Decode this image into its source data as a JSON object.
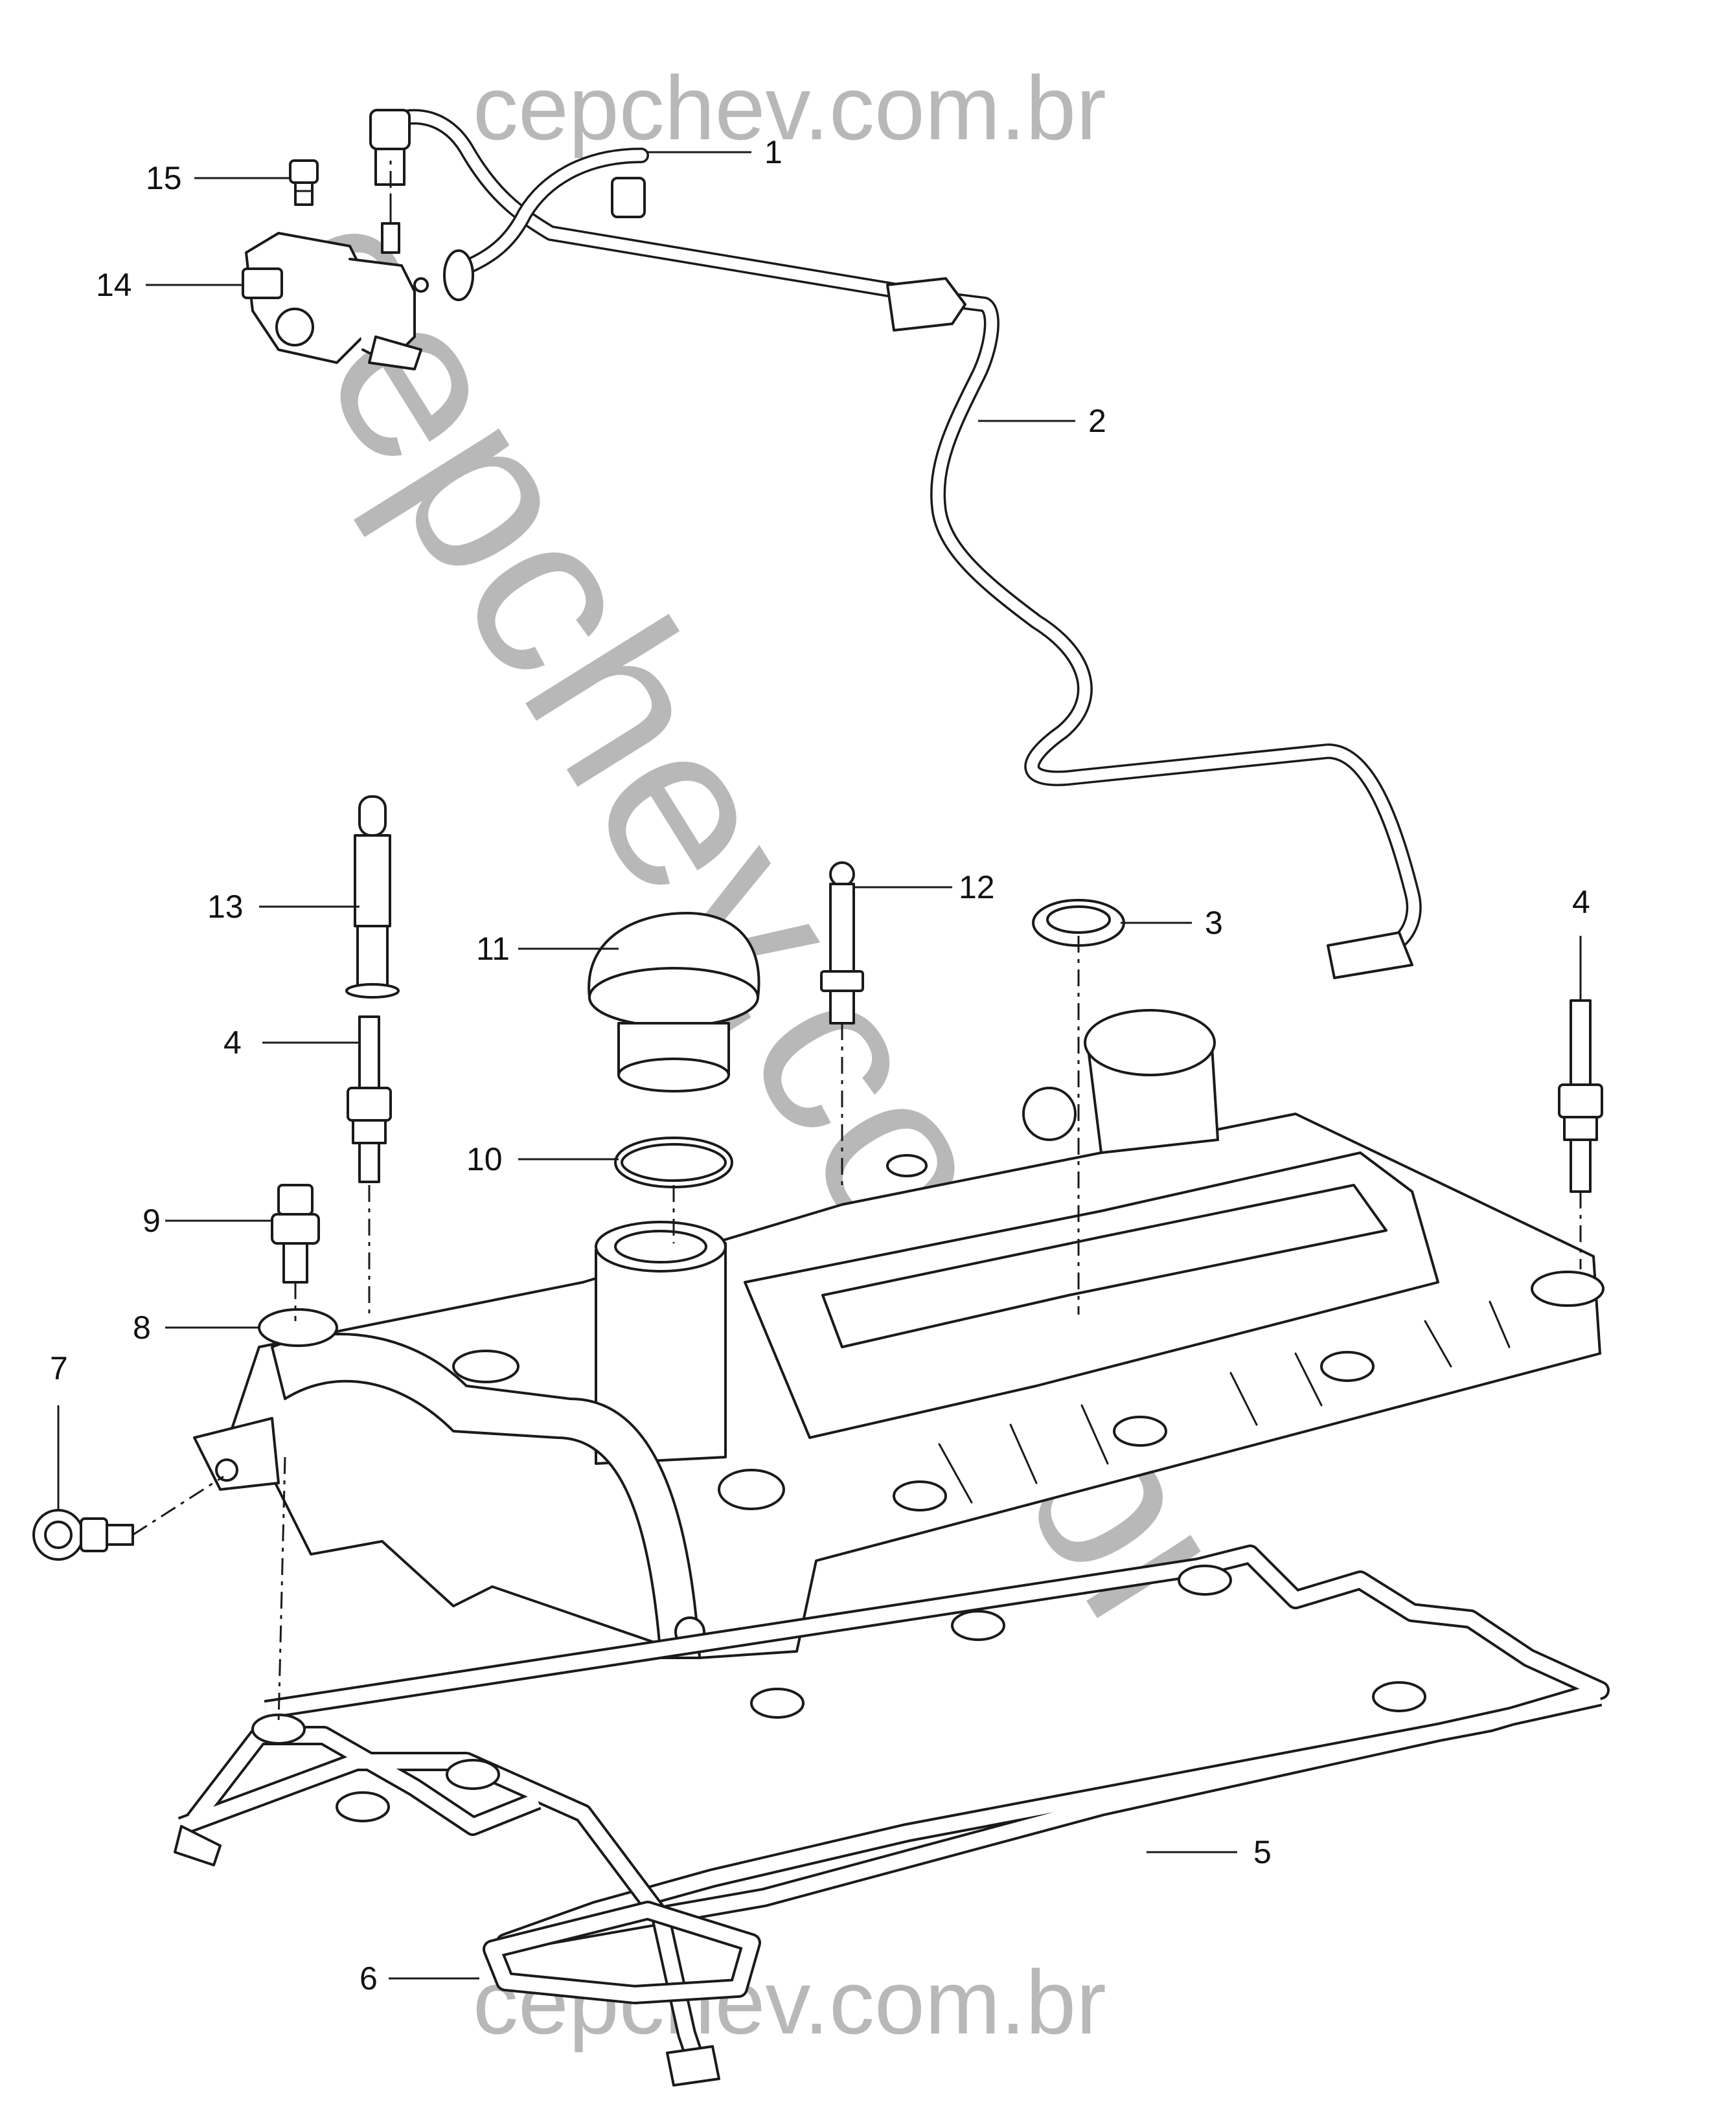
{
  "watermark": {
    "top": "cepchev.com.br",
    "bottom": "cepchev.com.br",
    "diagonal": "cepchev.com.br",
    "color": "#b8b8b8"
  },
  "callouts": [
    {
      "id": "c1",
      "label": "1"
    },
    {
      "id": "c2",
      "label": "2"
    },
    {
      "id": "c3",
      "label": "3"
    },
    {
      "id": "c4a",
      "label": "4"
    },
    {
      "id": "c4b",
      "label": "4"
    },
    {
      "id": "c5",
      "label": "5"
    },
    {
      "id": "c6",
      "label": "6"
    },
    {
      "id": "c7",
      "label": "7"
    },
    {
      "id": "c8",
      "label": "8"
    },
    {
      "id": "c9",
      "label": "9"
    },
    {
      "id": "c10",
      "label": "10"
    },
    {
      "id": "c11",
      "label": "11"
    },
    {
      "id": "c12",
      "label": "12"
    },
    {
      "id": "c13",
      "label": "13"
    },
    {
      "id": "c14",
      "label": "14"
    },
    {
      "id": "c15",
      "label": "15"
    }
  ]
}
